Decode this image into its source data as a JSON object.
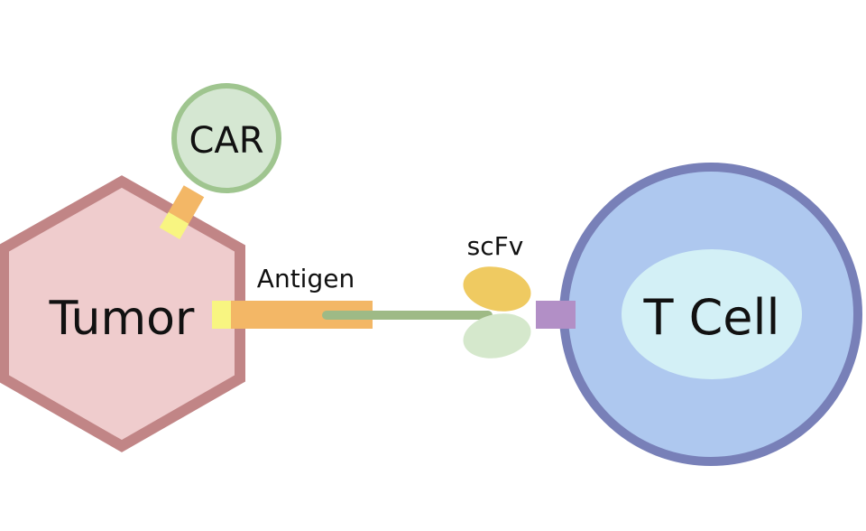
{
  "diagram": {
    "labels": {
      "car": "CAR",
      "tumor": "Tumor",
      "antigen": "Antigen",
      "scfv": "scFv",
      "tcell": "T Cell"
    },
    "colors": {
      "background": "#ffffff",
      "tumor_fill": "#efcccd",
      "tumor_stroke": "#c18586",
      "car_fill": "#d5e7d2",
      "car_stroke": "#9fc58f",
      "tcell_fill": "#aec8ef",
      "tcell_stroke": "#7880b8",
      "nucleus_fill": "#d3f0f6",
      "antigen_bar": "#f3b766",
      "yellow_anchor": "#f8f581",
      "linker": "#9eba86",
      "scfv_top": "#efca61",
      "scfv_bottom": "#d5e8cc",
      "tcell_connector": "#b28fc6"
    }
  }
}
